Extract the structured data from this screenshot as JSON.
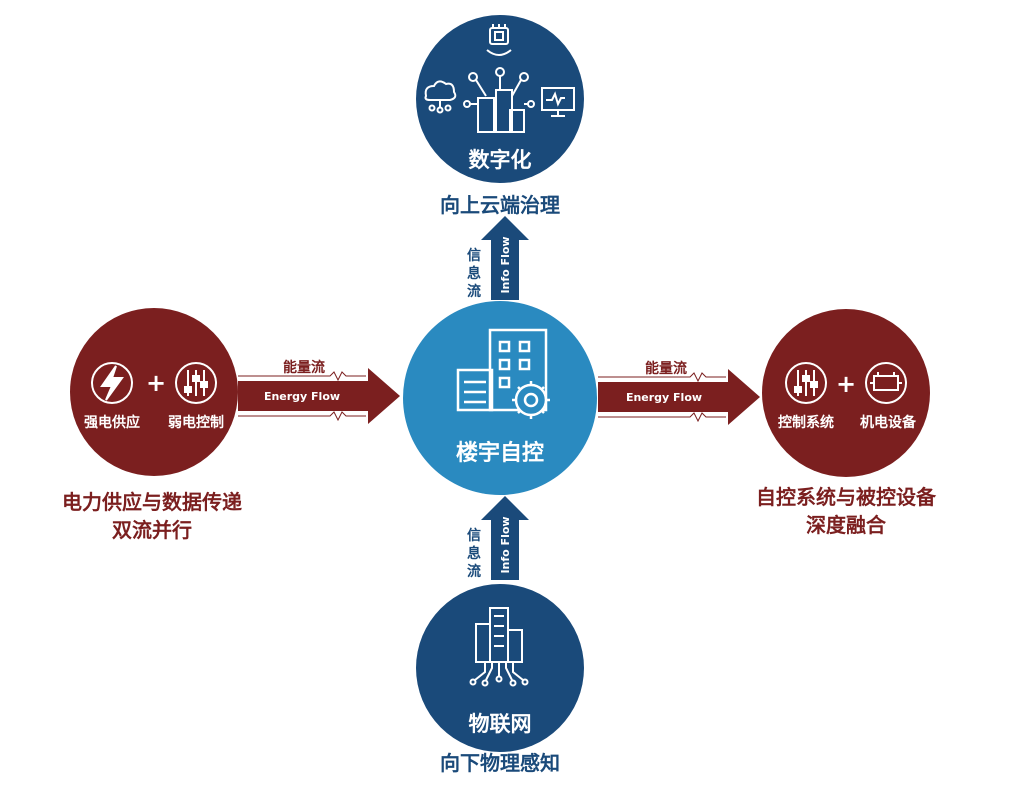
{
  "colors": {
    "navy": "#1a4a7a",
    "center_blue": "#2a8ac0",
    "maroon": "#7b1f1f",
    "white": "#ffffff"
  },
  "top_node": {
    "label": "数字化",
    "caption": "向上云端治理",
    "icons": [
      "ai-chip-icon",
      "cloud-network-icon",
      "buildings-icon",
      "monitor-chart-icon"
    ]
  },
  "bottom_node": {
    "label": "物联网",
    "caption": "向下物理感知",
    "icons": [
      "iot-city-icon"
    ]
  },
  "center_node": {
    "label": "楼宇自控",
    "icons": [
      "building-gear-icon"
    ]
  },
  "left_node": {
    "item1": "强电供应",
    "item2": "弱电控制",
    "plus": "+",
    "caption_line1": "电力供应与数据传递",
    "caption_line2": "双流并行",
    "icons": [
      "lightning-icon",
      "control-sliders-icon"
    ]
  },
  "right_node": {
    "item1": "控制系统",
    "item2": "机电设备",
    "plus": "+",
    "caption_line1": "自控系统与被控设备",
    "caption_line2": "深度融合",
    "icons": [
      "control-sliders-icon",
      "equipment-icon"
    ]
  },
  "arrows": {
    "info_flow_cn": [
      "信",
      "息",
      "流"
    ],
    "info_flow_en": "Info Flow",
    "energy_flow_cn": "能量流",
    "energy_flow_en": "Energy Flow"
  }
}
